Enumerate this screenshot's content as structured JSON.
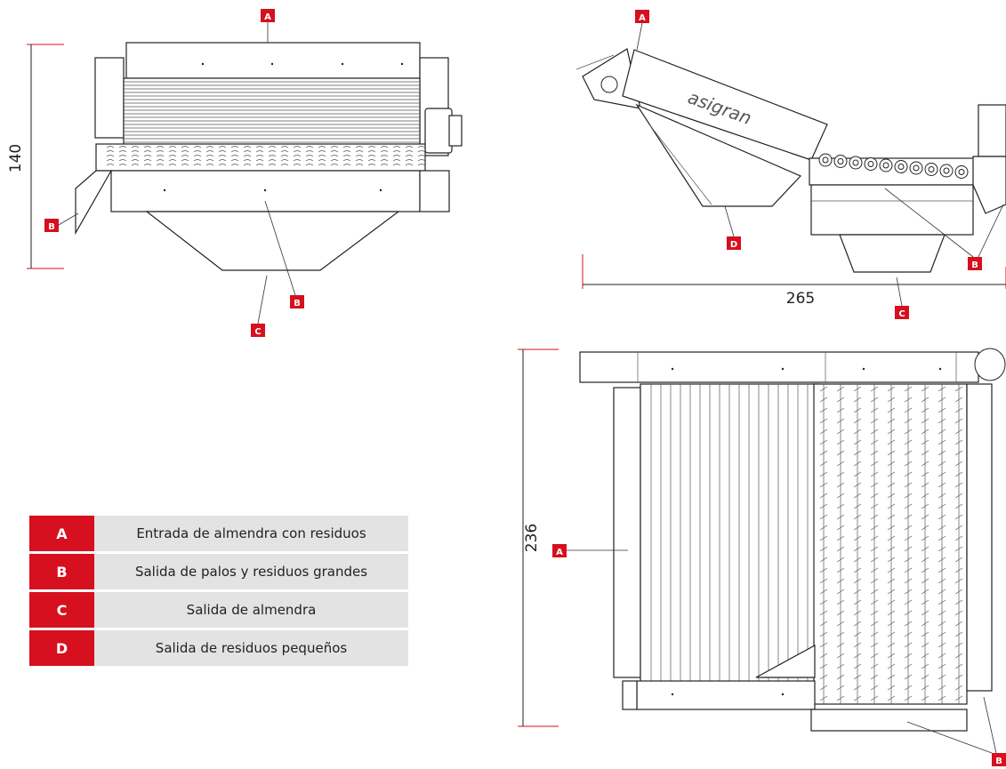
{
  "labels": {
    "a": "A",
    "b": "B",
    "c": "C",
    "d": "D"
  },
  "dimensions": {
    "front_height": "140",
    "side_length": "265",
    "top_depth": "236"
  },
  "brand": "asigran",
  "legend": [
    {
      "key": "A",
      "text": "Entrada de almendra con residuos"
    },
    {
      "key": "B",
      "text": "Salida de palos y residuos grandes"
    },
    {
      "key": "C",
      "text": "Salida de almendra"
    },
    {
      "key": "D",
      "text": "Salida de residuos pequeños"
    }
  ],
  "colors": {
    "accent": "#d6101e",
    "legend_bg": "#e3e3e3",
    "line": "#222222"
  }
}
